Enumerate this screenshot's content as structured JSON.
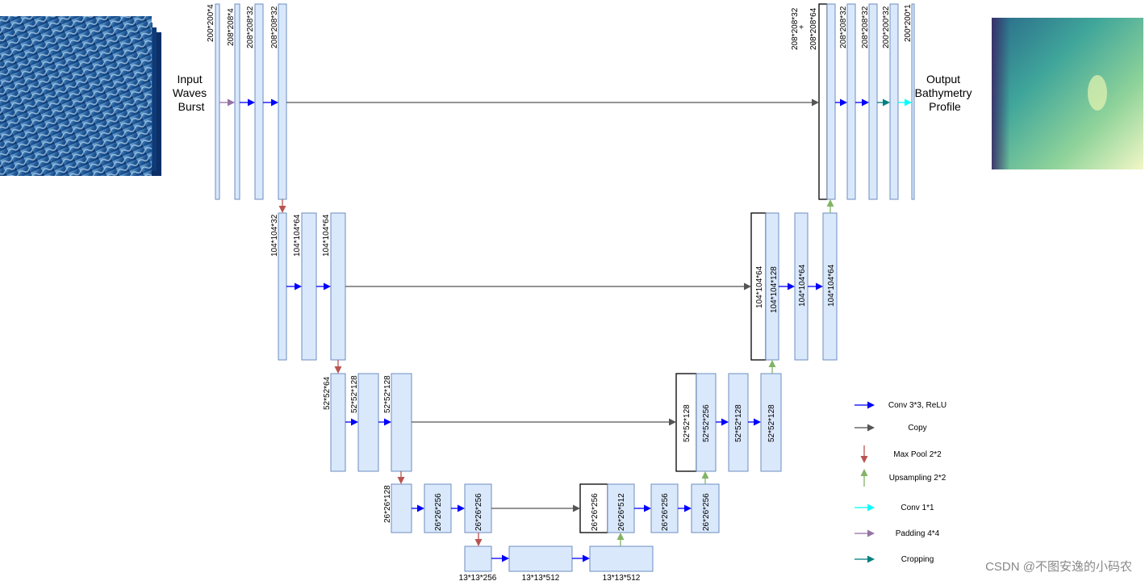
{
  "input_label": [
    "Input",
    "Waves",
    "Burst"
  ],
  "output_label": [
    "Output",
    "Bathymetry",
    "Profile"
  ],
  "layers": {
    "l1": [
      "200*200*4",
      "208*208*4",
      "208*208*32",
      "208*208*32"
    ],
    "l1_concat": [
      "208*208*32",
      "+",
      "208*208*64"
    ],
    "l1_dec": [
      "208*208*32",
      "208*208*32",
      "200*200*32",
      "200*200*1"
    ],
    "l2": [
      "104*104*32",
      "104*104*64",
      "104*104*64"
    ],
    "l2_dec": [
      "104*104*64",
      "104*104*128",
      "104*104*64",
      "104*104*64"
    ],
    "l3": [
      "52*52*64",
      "52*52*128",
      "52*52*128"
    ],
    "l3_dec": [
      "52*52*128",
      "52*52*256",
      "52*52*128",
      "52*52*128"
    ],
    "l4": [
      "26*26*128",
      "26*26*256",
      "26*26*256"
    ],
    "l4_dec": [
      "26*26*256",
      "26*26*512",
      "26*26*256",
      "26*26*256"
    ],
    "bottom": [
      "13*13*256",
      "13*13*512",
      "13*13*512"
    ]
  },
  "legend": [
    {
      "label": "Conv 3*3, ReLU",
      "color": "#0000ff",
      "dir": "right"
    },
    {
      "label": "Copy",
      "color": "#555555",
      "dir": "right"
    },
    {
      "label": "Max Pool 2*2",
      "color": "#b85450",
      "dir": "down"
    },
    {
      "label": "Upsampling 2*2",
      "color": "#82b366",
      "dir": "up"
    },
    {
      "label": "Conv 1*1",
      "color": "#00ffff",
      "dir": "right"
    },
    {
      "label": "Padding 4*4",
      "color": "#9673a6",
      "dir": "right"
    },
    {
      "label": "Cropping",
      "color": "#008080",
      "dir": "right"
    }
  ],
  "watermark": "CSDN @不图安逸的小码农"
}
